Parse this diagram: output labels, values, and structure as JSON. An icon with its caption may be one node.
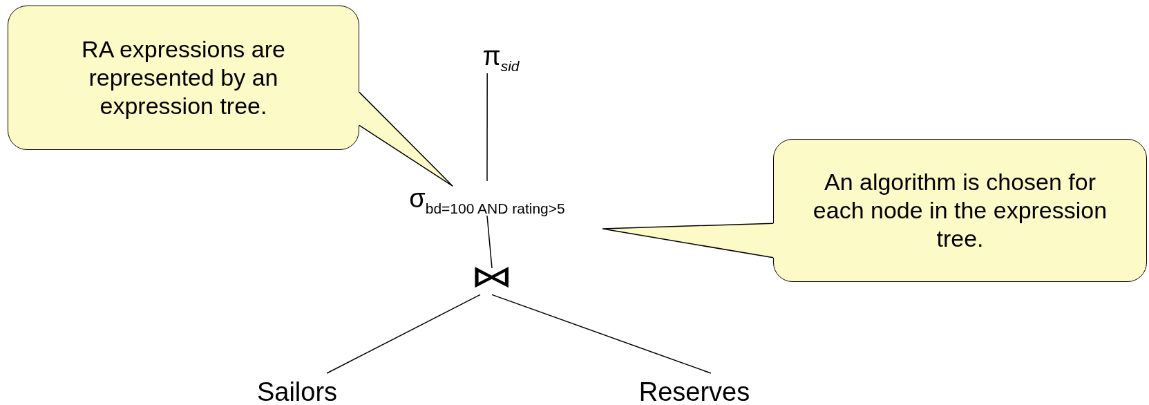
{
  "diagram": {
    "nodes": [
      {
        "text": [
          "RA expressions are represented by an expression tree."
        ]
      },
      {
        "text": [
          "π$_{sid}$"
        ]
      },
      {
        "text": [
          "σ$_{bd=100 AND rating>5}$"
        ]
      },
      {
        "text": [
          "⋈"
        ]
      },
      {
        "text": [
          "Sailors"
        ]
      },
      {
        "text": [
          "Reserves"
        ]
      },
      {
        "text": [
          "An algorithm is chosen for each node in the expression tree."
        ]
      }
    ],
    "edges": [
      {
        "from": 1,
        "to": 2,
        "arrow": "none"
      },
      {
        "from": 2,
        "to": 3,
        "arrow": "none"
      },
      {
        "from": 3,
        "to": 4,
        "arrow": "none"
      },
      {
        "from": 3,
        "to": 5,
        "arrow": "none"
      },
      {
        "from": 0,
        "to": 2,
        "arrow": "none"
      },
      {
        "from": 6,
        "to": null,
        "arrow": "none"
      }
    ]
  }
}
